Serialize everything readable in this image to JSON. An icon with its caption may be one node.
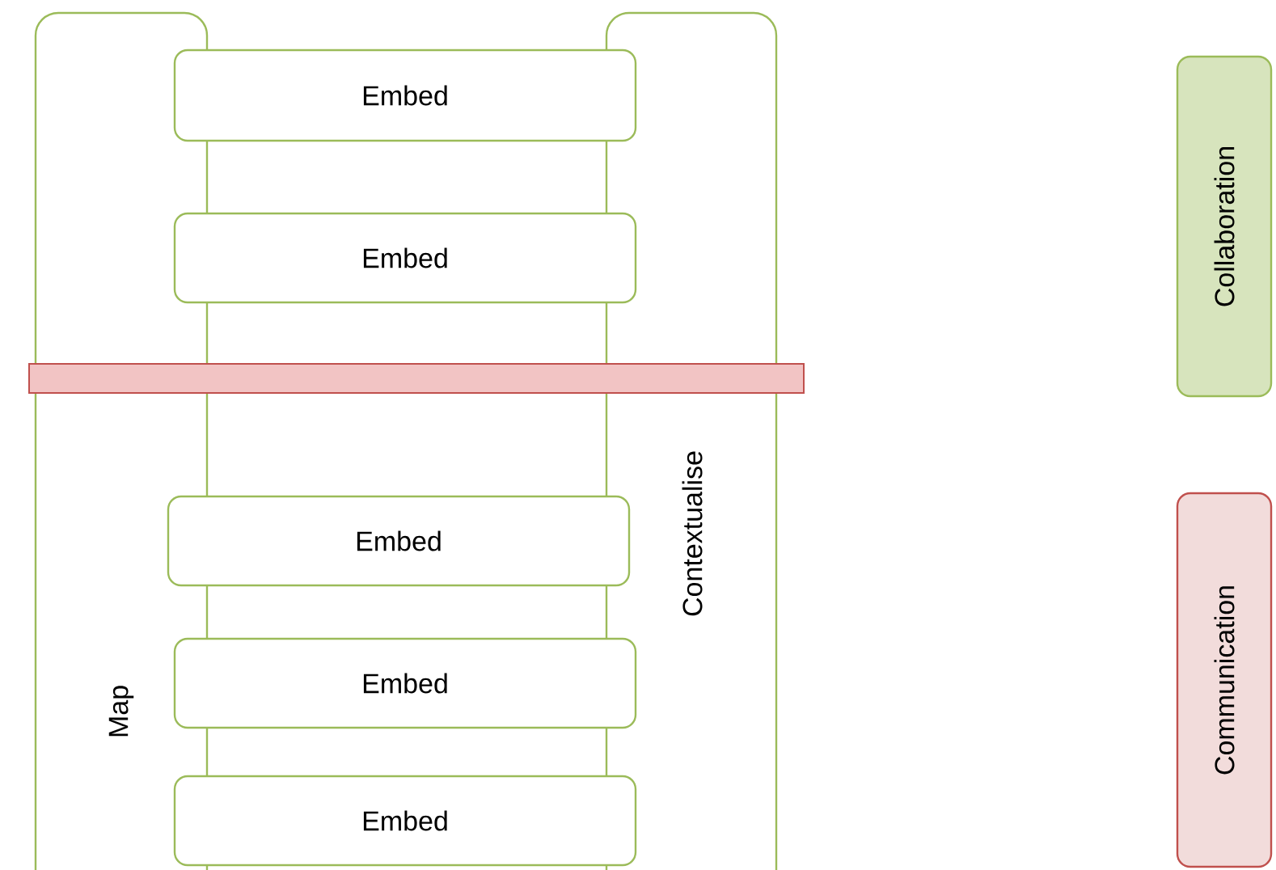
{
  "diagram": {
    "nodes": [
      {
        "text": [
          "Map"
        ]
      },
      {
        "text": [
          "Contextualise"
        ]
      },
      {
        "text": [
          "Embed"
        ]
      },
      {
        "text": [
          "Embed"
        ]
      },
      {
        "text": [
          "Embed"
        ]
      },
      {
        "text": [
          "Embed"
        ]
      },
      {
        "text": [
          "Embed"
        ]
      },
      {
        "text": [],
        "shape": "bar"
      },
      {
        "text": [
          "Collaboration"
        ]
      },
      {
        "text": [
          "Communication"
        ]
      }
    ]
  }
}
